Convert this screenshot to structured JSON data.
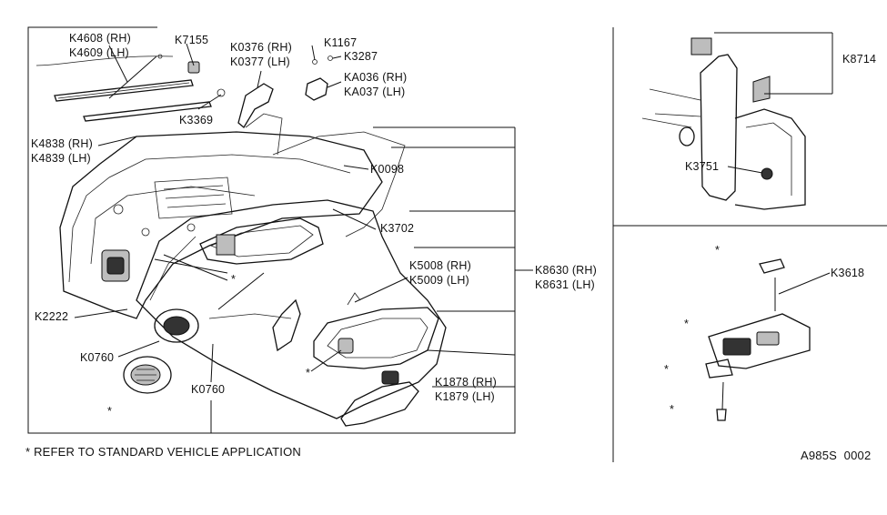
{
  "labels": {
    "k4608": "K4608 (RH)",
    "k4609": "K4609 (LH)",
    "k7155": "K7155",
    "k0376": "K0376 (RH)",
    "k0377": "K0377 (LH)",
    "k1167": "K1167",
    "k3287": "K3287",
    "ka036": "KA036 (RH)",
    "ka037": "KA037 (LH)",
    "k3369": "K3369",
    "k4838": "K4838 (RH)",
    "k4839": "K4839 (LH)",
    "k0098": "K0098",
    "k3702": "K3702",
    "k5008": "K5008 (RH)",
    "k5009": "K5009 (LH)",
    "k8630": "K8630 (RH)",
    "k8631": "K8631 (LH)",
    "k2222": "K2222",
    "k0760a": "K0760",
    "k0760b": "K0760",
    "k1878": "K1878 (RH)",
    "k1879": "K1879 (LH)",
    "k8714": "K8714",
    "k3751": "K3751",
    "k3618": "K3618"
  },
  "footnote": "* REFER TO STANDARD VEHICLE APPLICATION",
  "diagram_code": "A985S  0002",
  "asterisk": "*"
}
